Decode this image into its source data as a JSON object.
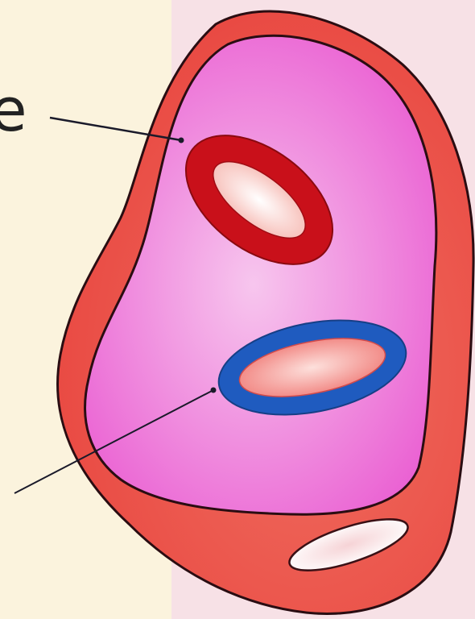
{
  "label_text": "e",
  "colors": {
    "left_background": "#fbf3dd",
    "right_background": "#f7e1e6",
    "outer_wall": "#e8453f",
    "outer_wall_light": "#f06d5f",
    "inner_tissue_center": "#f7c6ee",
    "inner_tissue_edge": "#ea5fd2",
    "artery_ring": "#c9101a",
    "artery_lumen": "#f6b8b1",
    "vein_ring": "#1f5bbf",
    "vein_lumen": "#f07c78",
    "duct_fill": "#f6d3d6",
    "outline": "#2a0d12",
    "leader_line": "#1a1a2a"
  },
  "structures": [
    {
      "name": "artery",
      "shape": "thick-walled ring",
      "color": "red"
    },
    {
      "name": "vein",
      "shape": "thin-walled ring",
      "color": "blue"
    },
    {
      "name": "duct",
      "shape": "small white oval",
      "color": "white"
    }
  ]
}
